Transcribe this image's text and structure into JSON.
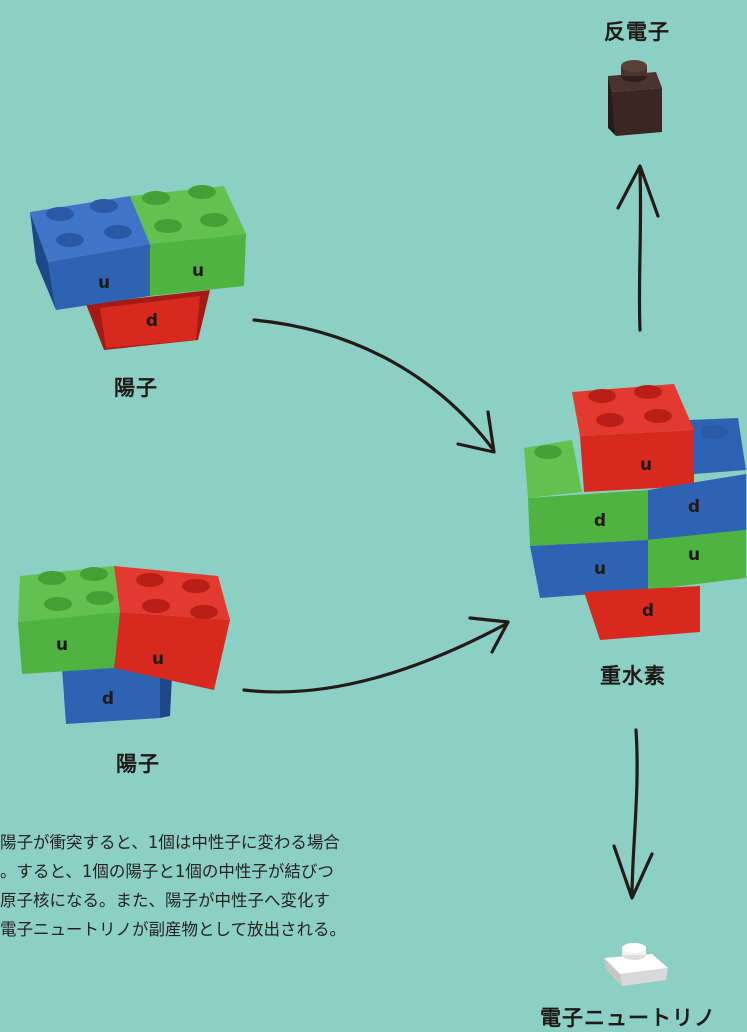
{
  "labels": {
    "positron": "反電子",
    "proton_top": "陽子",
    "proton_bottom": "陽子",
    "deuterium": "重水素",
    "neutrino": "電子ニュートリノ"
  },
  "quarks": {
    "u": "u",
    "d": "d"
  },
  "caption_lines": [
    "陽子が衝突すると、1個は中性子に変わる場合",
    "。すると、1個の陽子と1個の中性子が結びつ",
    "原子核になる。また、陽子が中性子へ変化す",
    "電子ニュートリノが副産物として放出される。"
  ],
  "colors": {
    "background": "#8ccfc4",
    "blue": "#2e63b4",
    "green": "#4fb33f",
    "red": "#d8291f",
    "brown": "#3a2723",
    "white": "#eeeeee",
    "arrow": "#221b18"
  }
}
